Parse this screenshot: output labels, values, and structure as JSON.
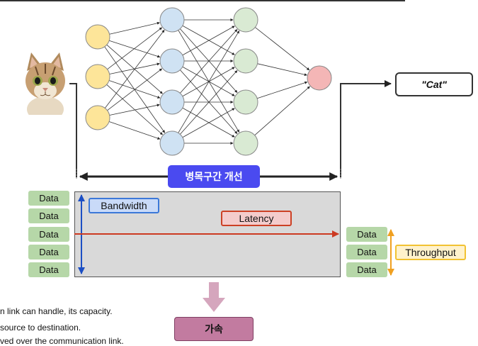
{
  "output_label": "\"Cat\"",
  "bottleneck_label": "병목구간 개선",
  "input_data": [
    "Data",
    "Data",
    "Data",
    "Data",
    "Data"
  ],
  "output_data": [
    "Data",
    "Data",
    "Data"
  ],
  "metrics": {
    "bandwidth": "Bandwidth",
    "latency": "Latency",
    "throughput": "Throughput"
  },
  "result_label": "가속",
  "definitions": [
    "n link can handle, its capacity.",
    "source to destination.",
    "ved over the communication link."
  ],
  "colors": {
    "input_node": "#fde599",
    "hidden1_node": "#cfe2f3",
    "hidden2_node": "#d9ead3",
    "output_node": "#f4b6b6",
    "bottleneck_bg": "#4a4af0",
    "accel_bg": "#c27ba0"
  }
}
